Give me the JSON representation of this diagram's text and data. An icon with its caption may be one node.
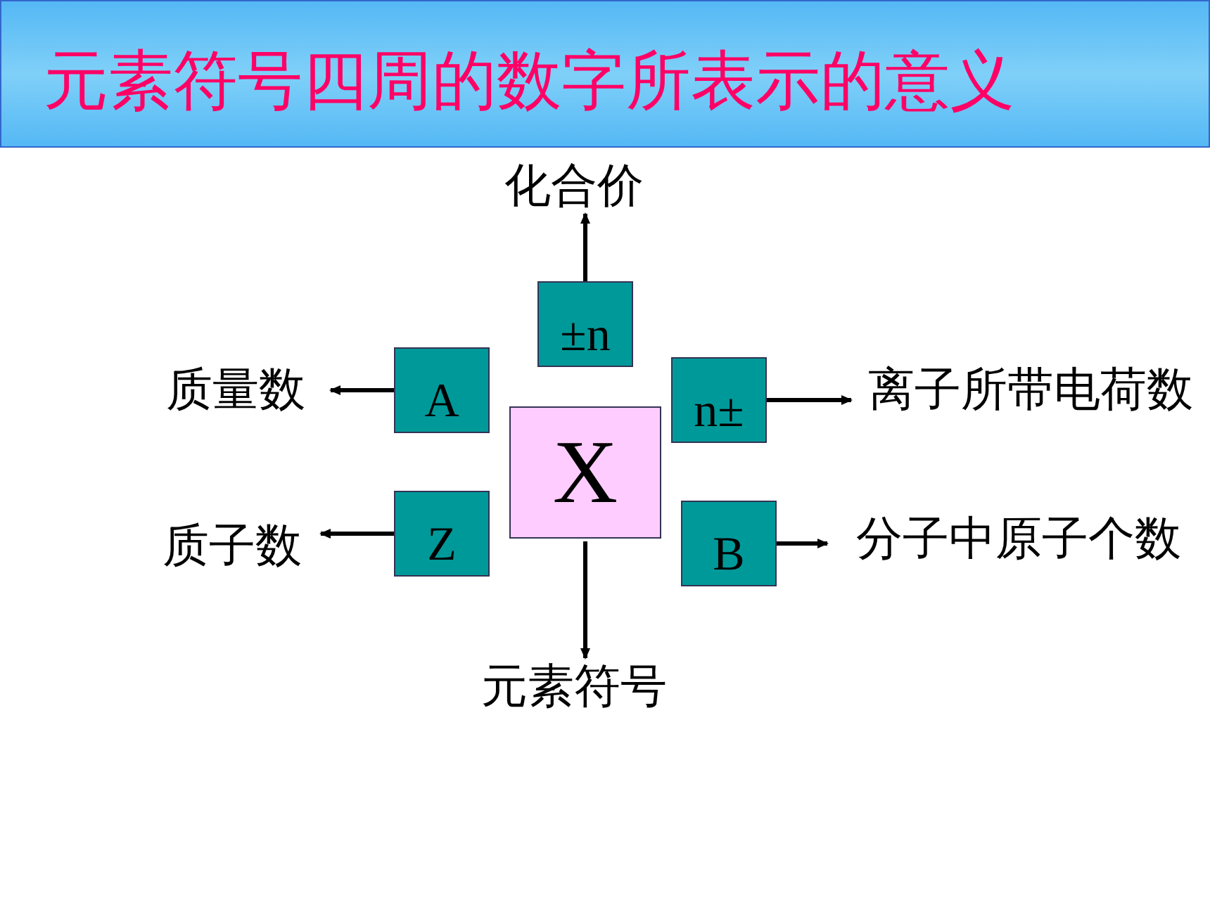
{
  "diagram": {
    "title": "元素符号四周的数字所表示的意义",
    "nodes": [
      {
        "text": [
          "X"
        ]
      },
      {
        "text": [
          "±n"
        ]
      },
      {
        "text": [
          "A"
        ]
      },
      {
        "text": [
          "n±"
        ]
      },
      {
        "text": [
          "Z"
        ]
      },
      {
        "text": [
          "B"
        ]
      },
      {
        "text": [
          "化合价"
        ]
      },
      {
        "text": [
          "质量数"
        ]
      },
      {
        "text": [
          "离子所带电荷数"
        ]
      },
      {
        "text": [
          "质子数"
        ]
      },
      {
        "text": [
          "分子中原子个数"
        ]
      },
      {
        "text": [
          "元素符号"
        ]
      }
    ],
    "edges": [
      {
        "from": 1,
        "to": 6,
        "arrow": "to"
      },
      {
        "from": 2,
        "to": 7,
        "arrow": "to"
      },
      {
        "from": 3,
        "to": 8,
        "arrow": "to"
      },
      {
        "from": 4,
        "to": 9,
        "arrow": "to"
      },
      {
        "from": 5,
        "to": 10,
        "arrow": "to"
      },
      {
        "from": 0,
        "to": 11,
        "arrow": "to"
      }
    ]
  }
}
